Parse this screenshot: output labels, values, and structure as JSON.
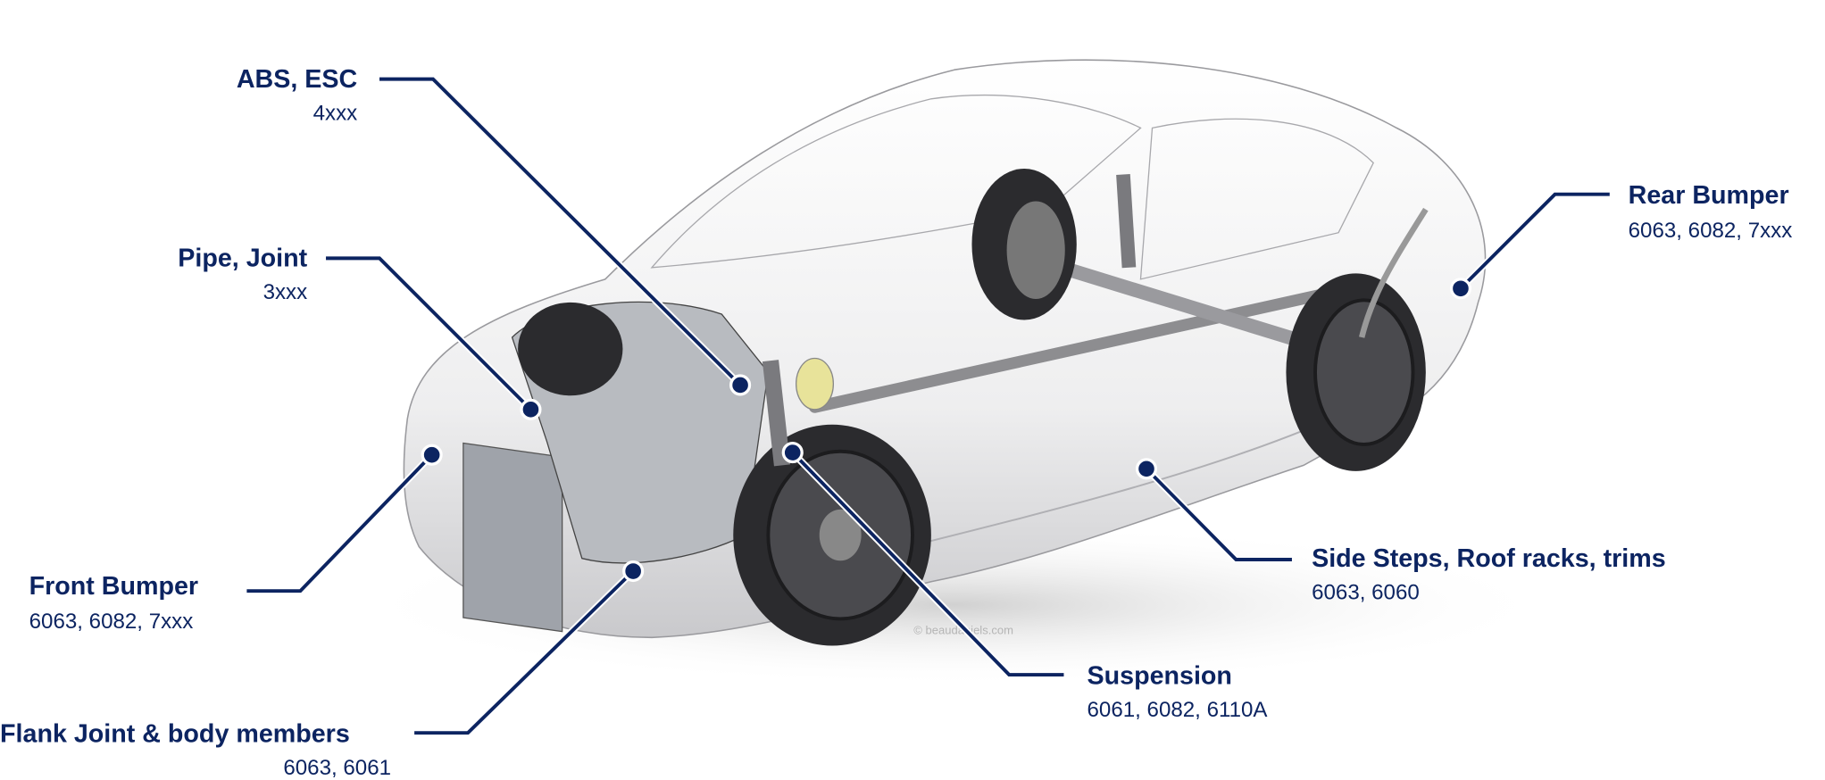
{
  "colors": {
    "accent": "#0c2461",
    "body": "#e9e9ea",
    "tyre": "#2b2b2e"
  },
  "watermark": "© beaudaniels.com",
  "callouts": [
    {
      "id": "abs-esc",
      "title": "ABS, ESC",
      "alloys": "4xxx"
    },
    {
      "id": "pipe-joint",
      "title": "Pipe, Joint",
      "alloys": "3xxx"
    },
    {
      "id": "front-bumper",
      "title": "Front Bumper",
      "alloys": "6063, 6082, 7xxx"
    },
    {
      "id": "flank-joint",
      "title": "Flank Joint & body members",
      "alloys": "6063, 6061"
    },
    {
      "id": "suspension",
      "title": "Suspension",
      "alloys": "6061, 6082, 6110A"
    },
    {
      "id": "side-steps",
      "title": "Side Steps, Roof racks, trims",
      "alloys": "6063, 6060"
    },
    {
      "id": "rear-bumper",
      "title": "Rear Bumper",
      "alloys": "6063, 6082, 7xxx"
    }
  ]
}
